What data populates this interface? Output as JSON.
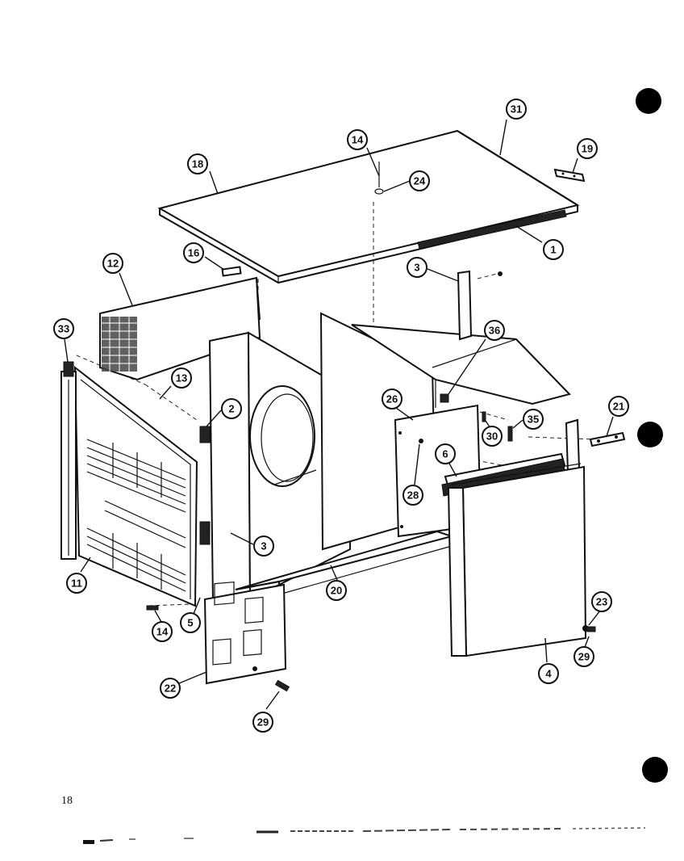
{
  "page": {
    "number": "18"
  },
  "callouts": [
    "31",
    "14",
    "24",
    "18",
    "19",
    "1",
    "16",
    "3",
    "12",
    "33",
    "36",
    "13",
    "2",
    "26",
    "35",
    "30",
    "21",
    "28",
    "6",
    "3",
    "20",
    "11",
    "14",
    "5",
    "23",
    "29",
    "4",
    "22",
    "29"
  ]
}
